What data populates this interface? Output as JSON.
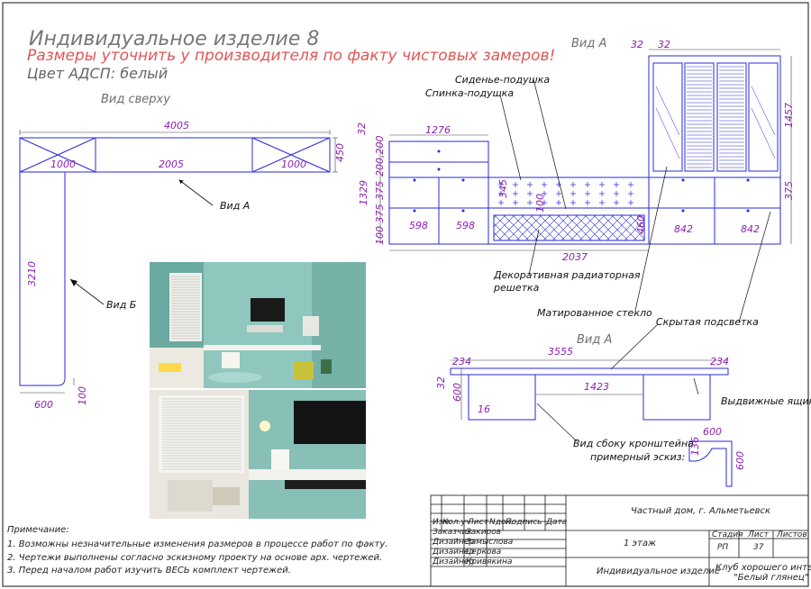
{
  "header": {
    "title": "Индивидуальное изделие 8",
    "note_red": "Размеры уточнить у производителя по факту чистовых замеров!",
    "color": "Цвет АДСП: белый"
  },
  "views": {
    "top": "Вид сверху",
    "a1": "Вид А",
    "a2": "Вид А",
    "top_arrow_a": "Вид А",
    "top_arrow_b": "Вид Б"
  },
  "top_dims": {
    "total": "4005",
    "left": "1000",
    "middle": "2005",
    "right": "1000",
    "depth": "450",
    "side": "3210",
    "bottom": "600",
    "corner": "100"
  },
  "front": {
    "labels": {
      "seat": "Сиденье-подушка",
      "back": "Спинка-подушка",
      "grille_1": "Декоративная радиаторная",
      "grille_2": "решетка",
      "glass": "Матированное стекло",
      "light": "Скрытая подсветка",
      "drawers": "Выдвижные ящики",
      "bracket_1": "Вид сбоку кронштейна",
      "bracket_2": "примерный эскиз:"
    },
    "dims": {
      "d32a": "32",
      "d32b": "32",
      "d32c": "32",
      "w1276": "1276",
      "h1329": "1329",
      "h200": "200,200",
      "h375a": "375",
      "h375b": "100 375",
      "w598a": "598",
      "w598b": "598",
      "h345": "345",
      "h100": "100",
      "h460": "460",
      "w2037": "2037",
      "h1457": "1457",
      "h375c": "375",
      "w842a": "842",
      "w842b": "842"
    }
  },
  "side": {
    "w3555": "3555",
    "w234a": "234",
    "w234b": "234",
    "h32": "32",
    "h600": "600",
    "w1423": "1423",
    "w16": "16"
  },
  "bracket": {
    "w600": "600",
    "h136": "136",
    "h600": "600"
  },
  "notes": {
    "title": "Примечание:",
    "items": [
      "1.   Возможны незначительные изменения размеров в процессе работ по факту.",
      "2.   Чертежи выполнены согласно эскизному проекту на основе арх. чертежей.",
      "3.   Перед началом работ изучить ВЕСЬ комплект чертежей."
    ]
  },
  "title_block": {
    "project": "Частный дом, г. Альметьевск",
    "floor": "1 этаж",
    "item": "Индивидуальное изделие",
    "company_1": "Клуб хорошего интерьера",
    "company_2": "\"Белый глянец\"",
    "cols": [
      "Изм.",
      "Кол.уч",
      "Лист",
      "Nдок.",
      "Подпись",
      "Дата"
    ],
    "stage_h": "Стадия",
    "sheet_h": "Лист",
    "sheets_h": "Листов",
    "stage": "РП",
    "sheet": "37",
    "roles": [
      {
        "role": "Заказчик",
        "name": "Закиров"
      },
      {
        "role": "Дизайнер",
        "name": "Замыслова"
      },
      {
        "role": "Дизайнер",
        "name": "Серкова"
      },
      {
        "role": "Дизайнер",
        "name": "Кривякина"
      }
    ]
  },
  "colors": {
    "line": "#2a2ad8",
    "dim": "#8a1fb0",
    "accent": "#e25555",
    "frame": "#111111"
  }
}
